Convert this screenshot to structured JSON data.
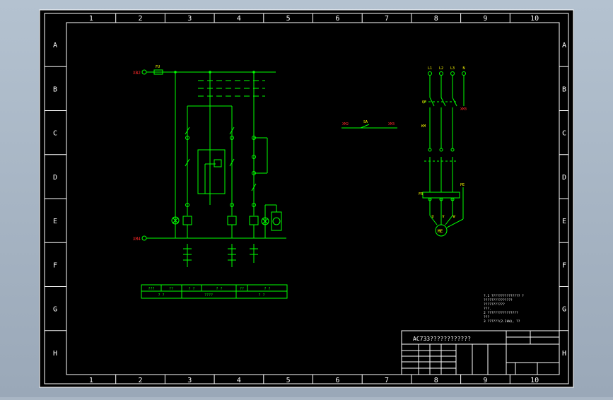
{
  "colors": {
    "background_outer": "#a9b6c4",
    "sheet": "#000000",
    "frame": "#ffffff",
    "wire": "#00ff00",
    "label": "#ff2a2a",
    "yellow": "#ffff00"
  },
  "border": {
    "columns": [
      "1",
      "2",
      "3",
      "4",
      "5",
      "6",
      "7",
      "8",
      "9",
      "10"
    ],
    "rows": [
      "A",
      "B",
      "C",
      "D",
      "E",
      "F",
      "G",
      "H"
    ]
  },
  "schematic": {
    "left_top_node": "XB2",
    "fuse": "FU",
    "left_bottom_node": "XM4",
    "mid_node_left": "XM2",
    "mid_node_switch": "SA",
    "mid_node_right": "XM3",
    "supply_labels": [
      "L1",
      "L2",
      "L3",
      "N"
    ],
    "qf_label": "QF",
    "km_label": "KM",
    "fr_label": "FR",
    "pe_label": "PE",
    "motor_label": "ME",
    "motor_terminals": [
      "U",
      "V",
      "W"
    ],
    "xm3_label": "XM3"
  },
  "legend_table": {
    "row1": [
      "???",
      "??",
      "? ?",
      "? ?",
      "??",
      "? ?"
    ],
    "row2": [
      "? ?",
      "????",
      "? ?"
    ]
  },
  "notes": {
    "lines": [
      "?.1 ??????????????? ?",
      "???????????????",
      "???????????",
      "???.",
      "2 ????????????????",
      "???",
      "3 ??????(2.2kW), ??"
    ]
  },
  "title_block": {
    "title": "AC733????????????"
  }
}
